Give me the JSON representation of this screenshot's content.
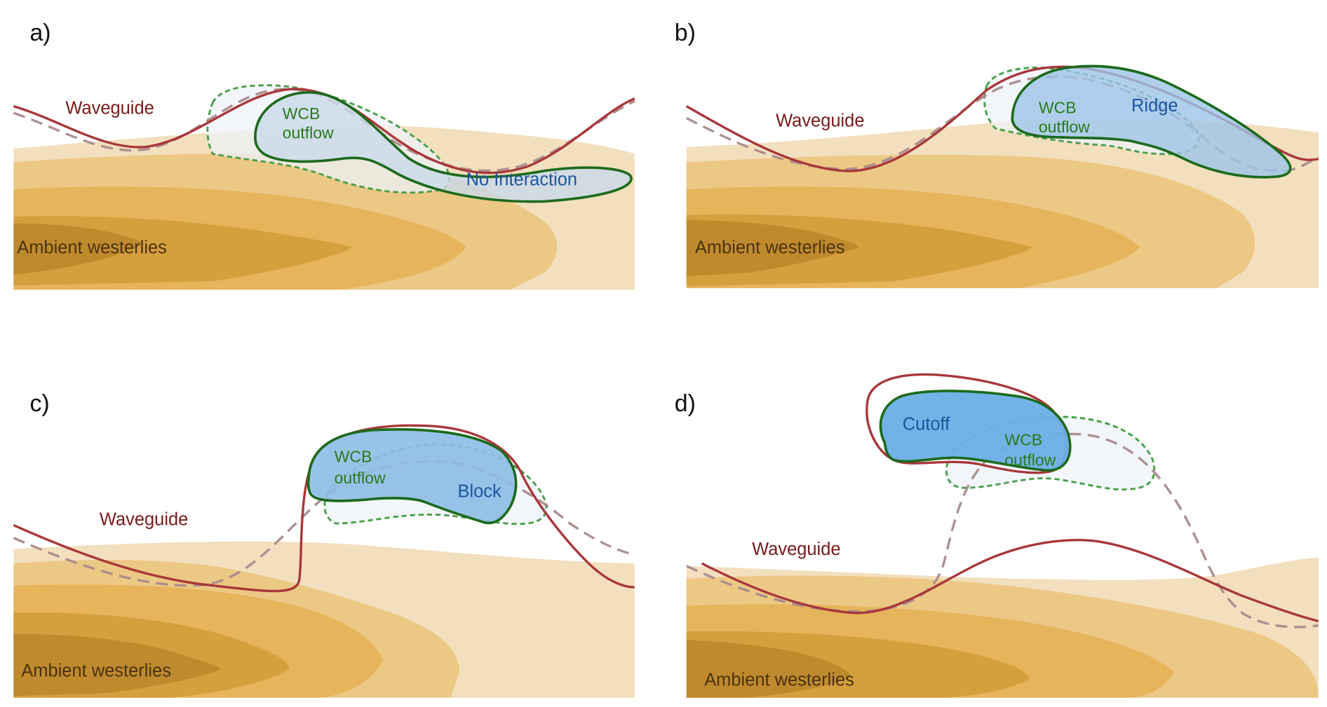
{
  "figure": {
    "panels": [
      {
        "id": "a",
        "label": "a)",
        "waveguide_label": "Waveguide",
        "ambient_label": "Ambient westerlies",
        "wcb_label_line1": "WCB",
        "wcb_label_line2": "outflow",
        "feature_label": "No Interaction",
        "feature_fill": "#c9d9ea"
      },
      {
        "id": "b",
        "label": "b)",
        "waveguide_label": "Waveguide",
        "ambient_label": "Ambient westerlies",
        "wcb_label_line1": "WCB",
        "wcb_label_line2": "outflow",
        "feature_label": "Ridge",
        "feature_fill": "#9cc4e8"
      },
      {
        "id": "c",
        "label": "c)",
        "waveguide_label": "Waveguide",
        "ambient_label": "Ambient westerlies",
        "wcb_label_line1": "WCB",
        "wcb_label_line2": "outflow",
        "feature_label": "Block",
        "feature_fill": "#8dbde6"
      },
      {
        "id": "d",
        "label": "d)",
        "waveguide_label": "Waveguide",
        "ambient_label": "Ambient westerlies",
        "wcb_label_line1": "WCB",
        "wcb_label_line2": "outflow",
        "feature_label": "Cutoff",
        "feature_fill": "#6aaee6"
      }
    ],
    "colors": {
      "jet_levels": [
        "#f2dfbd",
        "#ecc885",
        "#e6b45a",
        "#d59f3e",
        "#bf8a2e"
      ],
      "waveguide": "#a8373a",
      "waveguide_previous": "#a98a8c",
      "wcb_outline": "#4aa04a",
      "feature_outline": "#1c6a1c"
    }
  }
}
